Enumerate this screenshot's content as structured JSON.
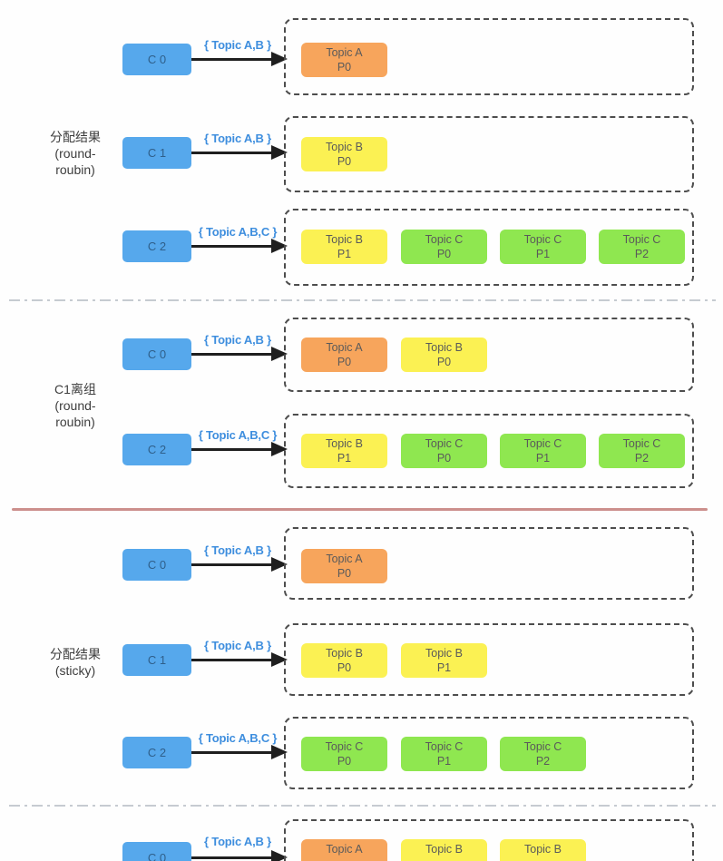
{
  "colors": {
    "consumer_blue": "#56a8ec",
    "consumer_text": "#2f5f8a",
    "topic_a_orange": "#f7a55c",
    "topic_b_yellow": "#fbf153",
    "topic_c_green": "#8fe750",
    "subscription_blue": "#3e8ede",
    "partition_text": "#5a5a5a",
    "arrow_dark": "#1f1f1f",
    "border_dark": "#4d4d4d",
    "divider_gray": "#c6cbd1",
    "divider_red": "#cc8f8c"
  },
  "sections": [
    {
      "id": "round-robin-assignment",
      "side_label": "分配结果\n(round-\nroubin)",
      "rows": [
        {
          "consumer": "C 0",
          "subscription": "{ Topic A,B }",
          "partitions": [
            {
              "topic": "Topic A",
              "partition": "P0",
              "color": "orange"
            }
          ]
        },
        {
          "consumer": "C 1",
          "subscription": "{ Topic A,B }",
          "partitions": [
            {
              "topic": "Topic B",
              "partition": "P0",
              "color": "yellow"
            }
          ]
        },
        {
          "consumer": "C 2",
          "subscription": "{ Topic A,B,C }",
          "partitions": [
            {
              "topic": "Topic B",
              "partition": "P1",
              "color": "yellow"
            },
            {
              "topic": "Topic C",
              "partition": "P0",
              "color": "green"
            },
            {
              "topic": "Topic C",
              "partition": "P1",
              "color": "green"
            },
            {
              "topic": "Topic C",
              "partition": "P2",
              "color": "green"
            }
          ]
        }
      ]
    },
    {
      "id": "c1-leaves-round-robin",
      "side_label": "C1离组\n(round-\nroubin)",
      "rows": [
        {
          "consumer": "C 0",
          "subscription": "{ Topic A,B }",
          "partitions": [
            {
              "topic": "Topic A",
              "partition": "P0",
              "color": "orange"
            },
            {
              "topic": "Topic B",
              "partition": "P0",
              "color": "yellow"
            }
          ]
        },
        {
          "consumer": "C 2",
          "subscription": "{ Topic A,B,C }",
          "partitions": [
            {
              "topic": "Topic B",
              "partition": "P1",
              "color": "yellow"
            },
            {
              "topic": "Topic C",
              "partition": "P0",
              "color": "green"
            },
            {
              "topic": "Topic C",
              "partition": "P1",
              "color": "green"
            },
            {
              "topic": "Topic C",
              "partition": "P2",
              "color": "green"
            }
          ]
        }
      ]
    },
    {
      "id": "sticky-assignment",
      "side_label": "分配结果\n(sticky)",
      "rows": [
        {
          "consumer": "C 0",
          "subscription": "{ Topic A,B }",
          "partitions": [
            {
              "topic": "Topic A",
              "partition": "P0",
              "color": "orange"
            }
          ]
        },
        {
          "consumer": "C 1",
          "subscription": "{ Topic A,B }",
          "partitions": [
            {
              "topic": "Topic B",
              "partition": "P0",
              "color": "yellow"
            },
            {
              "topic": "Topic B",
              "partition": "P1",
              "color": "yellow"
            }
          ]
        },
        {
          "consumer": "C 2",
          "subscription": "{ Topic A,B,C }",
          "partitions": [
            {
              "topic": "Topic C",
              "partition": "P0",
              "color": "green"
            },
            {
              "topic": "Topic C",
              "partition": "P1",
              "color": "green"
            },
            {
              "topic": "Topic C",
              "partition": "P2",
              "color": "green"
            }
          ]
        }
      ]
    },
    {
      "id": "bottom-partial",
      "side_label": "",
      "rows": [
        {
          "consumer": "C 0",
          "subscription": "{ Topic A,B }",
          "partitions": [
            {
              "topic": "Topic A",
              "partition": "",
              "color": "orange"
            },
            {
              "topic": "Topic B",
              "partition": "",
              "color": "yellow"
            },
            {
              "topic": "Topic B",
              "partition": "",
              "color": "yellow"
            }
          ]
        }
      ]
    }
  ]
}
